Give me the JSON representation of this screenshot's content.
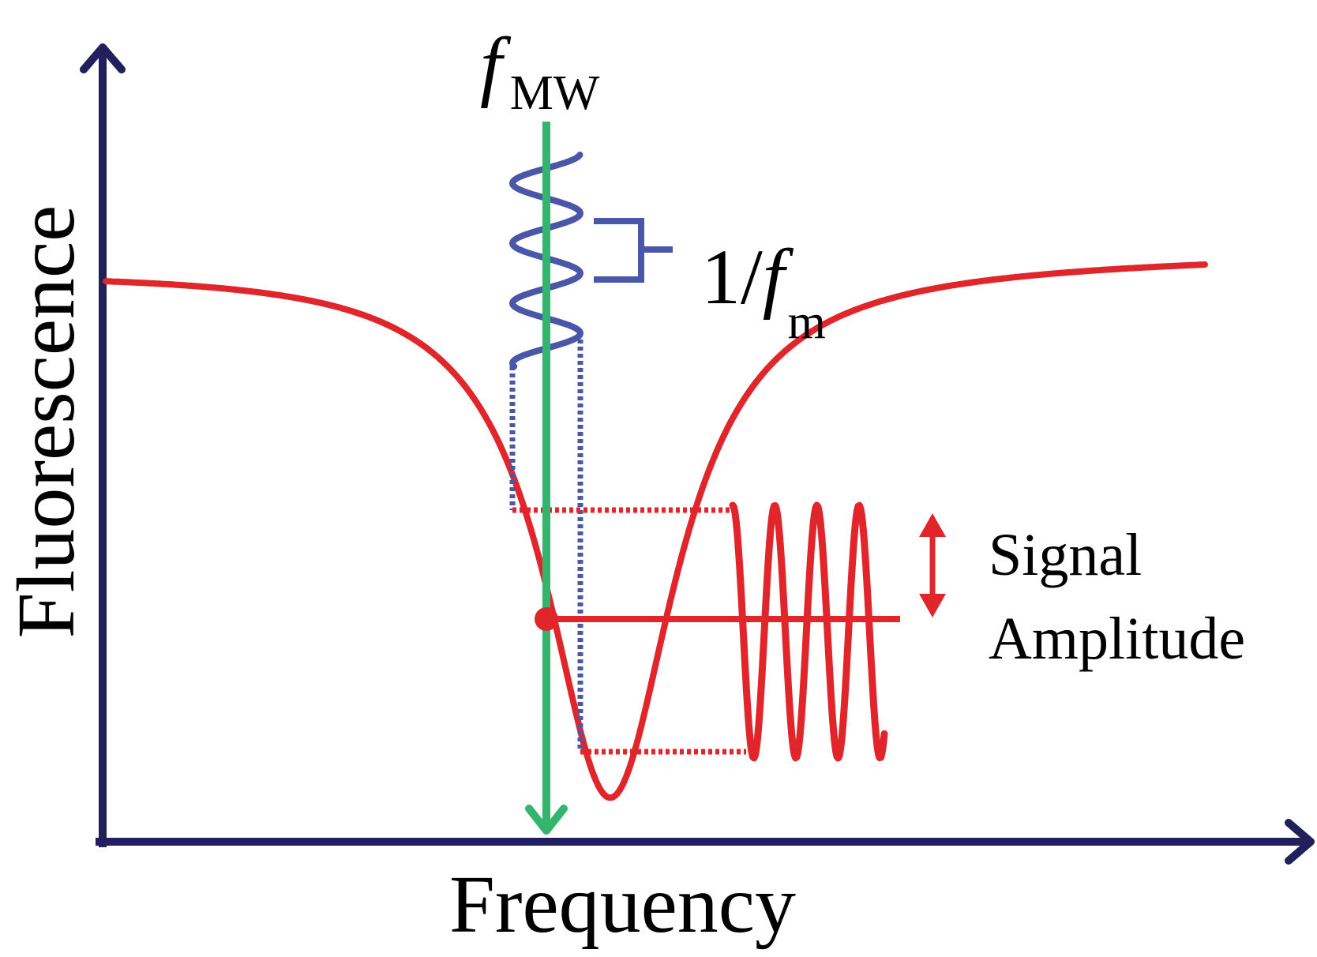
{
  "axes": {
    "x_label": "Frequency",
    "y_label": "Fluorescence"
  },
  "labels": {
    "mw_symbol": "f",
    "mw_subscript": "MW",
    "period_prefix": "1/",
    "period_symbol": "f",
    "period_subscript": "m",
    "signal_line1": "Signal",
    "signal_line2": "Amplitude"
  },
  "colors": {
    "axis": "#22205c",
    "resonance_curve": "#e0262b",
    "modulation": "#4a57a8",
    "mw_line": "#34b56e",
    "text": "#000000"
  }
}
